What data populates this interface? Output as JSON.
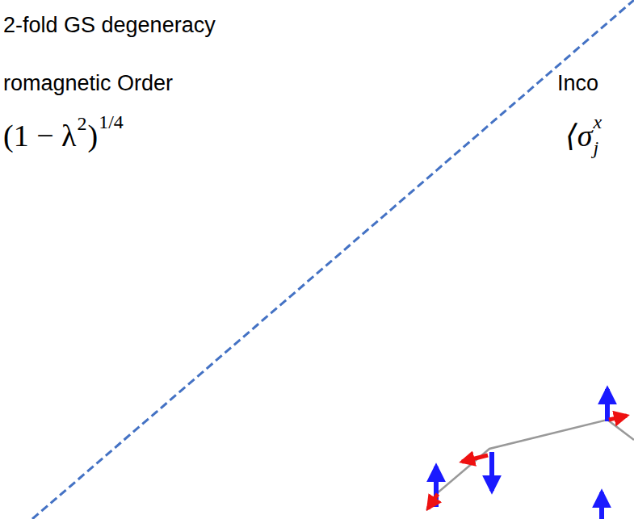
{
  "diagram": {
    "labels": [
      "2-fold GS degeneracy",
      "romagnetic Order",
      "(1 − λ",
      "2",
      ")",
      "1/4",
      "Inco",
      "⟨σ",
      "x",
      "j"
    ]
  }
}
